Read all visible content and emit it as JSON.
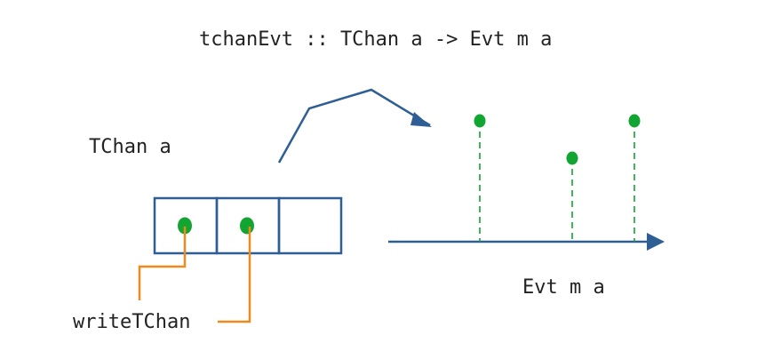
{
  "signature": "tchanEvt :: TChan a -> Evt m a",
  "tchan_label": "TChan a",
  "evt_label": "Evt m a",
  "write_label": "writeTChan",
  "colors": {
    "structure": "#2E5E94",
    "event_dot": "#12A532",
    "write_line": "#F08A1C",
    "text": "#222222"
  },
  "tchan_cells": [
    {
      "filled": true
    },
    {
      "filled": true
    },
    {
      "filled": false
    }
  ],
  "events": [
    {
      "order": 1,
      "level": "high"
    },
    {
      "order": 2,
      "level": "low"
    },
    {
      "order": 3,
      "level": "high"
    }
  ]
}
